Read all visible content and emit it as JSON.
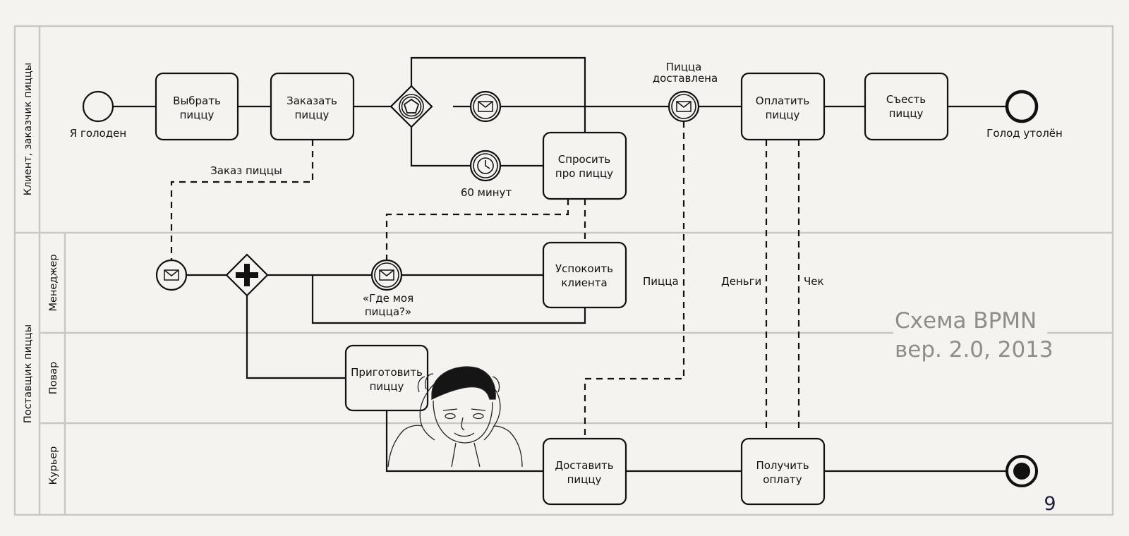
{
  "pools": {
    "client": "Клиент, заказчик пиццы",
    "supplier": "Поставщик пиццы"
  },
  "lanes": {
    "manager": "Менеджер",
    "cook": "Повар",
    "courier": "Курьер"
  },
  "tasks": {
    "choose": [
      "Выбрать",
      "пиццу"
    ],
    "order": [
      "Заказать",
      "пиццу"
    ],
    "ask": [
      "Спросить",
      "про пиццу"
    ],
    "pay": [
      "Оплатить",
      "пиццу"
    ],
    "eat": [
      "Съесть",
      "пиццу"
    ],
    "calm": [
      "Успокоить",
      "клиента"
    ],
    "cook": [
      "Приготовить",
      "пиццу"
    ],
    "deliver": [
      "Доставить",
      "пиццу"
    ],
    "receive": [
      "Получить",
      "оплату"
    ]
  },
  "events": {
    "start": "Я голоден",
    "end": "Голод утолён",
    "timer": "60 минут",
    "delivered": [
      "Пицца",
      "доставлена"
    ],
    "where": [
      "«Где моя",
      "пицца?»"
    ]
  },
  "flows": {
    "order_msg": "Заказ пиццы",
    "pizza": "Пицца",
    "money": "Деньги",
    "receipt": "Чек"
  },
  "watermark": [
    "Схема BPMN",
    "вер. 2.0, 2013"
  ],
  "page_number": "9"
}
